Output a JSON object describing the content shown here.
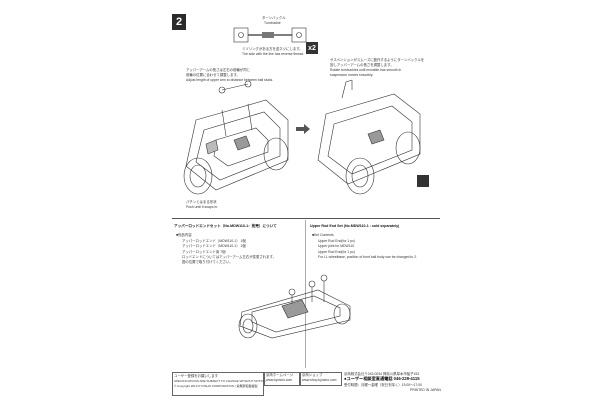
{
  "step": {
    "number": "2"
  },
  "top_note": {
    "jp": "ターンバックル",
    "en": "Turnbuckle",
    "sub_jp": "ミゾリングがある方を逆ネジにします。",
    "sub_en": "The side with the line has reverse thread."
  },
  "qty": "x2",
  "left_note": {
    "jp1": "アッパーアームの長さは左右の前輪が同じ",
    "jp2": "前輪の位置に合わせて調整します。",
    "en": "Adjust length of upper arm to distance between ball studs."
  },
  "right_note": {
    "jp1": "サスペンションがスムーズに動作するようにターンバックルを",
    "jp2": "回しアッパーアームの長さを調整します。",
    "en1": "Rotate turnbuckles until movable has smooth in",
    "en2": "suspension moves smoothly."
  },
  "bottom_left_caption": {
    "jp": "パチンとはまる形状",
    "en": "Push until it snaps in."
  },
  "section_left": {
    "title": "アッパーロッドエンドセット（No.MDW110-1：別売）について",
    "item1": "■別品内容",
    "row1": "アッパーロッドエンド（MDW110-1）  1個",
    "row2": "アッパーロッドエンド（MDW110-1）  1個",
    "row3": "アッパーロッドエンド用  7個",
    "note1": "ロッドエンドについてはアッパーアーム左右が変更されます。",
    "note2": "図の位置で取り付けてください。"
  },
  "section_right": {
    "title": "Upper Rod End Set (No.MDW110-1 : sold separately)",
    "item1": "■Set Contents",
    "row1": "Upper Rod End(for 1 pc)",
    "row2": "Upper joint for MDW110",
    "row3": "Upper Rod End(for 1 pc)",
    "note1": "For LL wheelbase, position of front ball body can be changed to 2."
  },
  "footer": {
    "company_jp": "京商株式会社〒243-0034 神奈川県厚木市船子153",
    "hotline_jp": "●ユーザー相談室直通電話 046-229-4115",
    "hours": "受付時間：月曜〜金曜（祝日を除く）13:00〜17:00",
    "printed": "PRINTED IN JAPAN",
    "box_left1": "ユーザー登録をお願いします",
    "box_left2": "SPECIFICATIONS ARE SUBJECT TO CHANGE WITHOUT NOTICE",
    "box_left3": "© Copyright 2013 KYOSHO CORPORATION / 禁無断転載複製",
    "kyosho_web": "京商ホームページ",
    "kyosho_url": "www.kyosho.com",
    "shop_web": "京商ショップ",
    "shop_url": "www.shop.kyosho.com"
  },
  "colors": {
    "ink": "#222222",
    "badge": "#2b2b2b",
    "paper": "#ffffff"
  }
}
